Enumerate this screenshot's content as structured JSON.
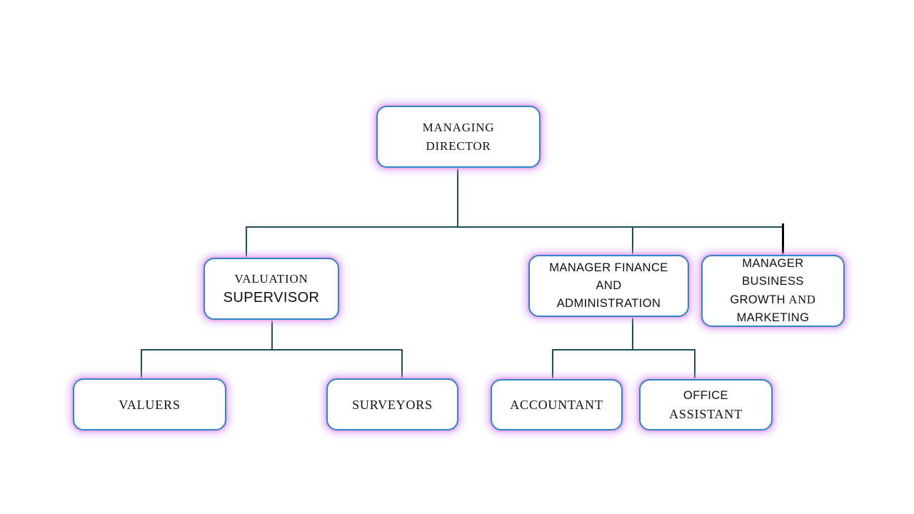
{
  "diagram": {
    "type": "org-chart",
    "nodes": {
      "managing_director": {
        "line1": "MANAGING",
        "line2": "DIRECTOR"
      },
      "valuation_supervisor": {
        "line1": "VALUATION",
        "line2": "SUPERVISOR"
      },
      "manager_finance_admin": {
        "line1": "MANAGER FINANCE",
        "line2": "AND",
        "line3": "ADMINISTRATION"
      },
      "manager_business_growth": {
        "line1": "MANAGER",
        "line2": "BUSINESS",
        "line3a": "GROWTH",
        "line3b": "AND",
        "line4": "MARKETING"
      },
      "valuers": {
        "label": "VALUERS"
      },
      "surveyors": {
        "label": "SURVEYORS"
      },
      "accountant": {
        "label": "ACCOUNTANT"
      },
      "office_assistant": {
        "line1": "OFFICE",
        "line2": "ASSISTANT"
      }
    },
    "hierarchy": {
      "managing_director": [
        "valuation_supervisor",
        "manager_finance_admin",
        "manager_business_growth"
      ],
      "valuation_supervisor": [
        "valuers",
        "surveyors"
      ],
      "manager_finance_admin": [
        "accountant",
        "office_assistant"
      ]
    },
    "colors": {
      "background": "#ffffff",
      "box_fill": "#ffffff",
      "box_border_blue": "#2e86c4",
      "glow_pink": "#f3aaee",
      "glow_violet": "#ce8eee",
      "connector_teal": "#1d4f5f",
      "connector_black": "#000000",
      "text": "#111111"
    }
  }
}
